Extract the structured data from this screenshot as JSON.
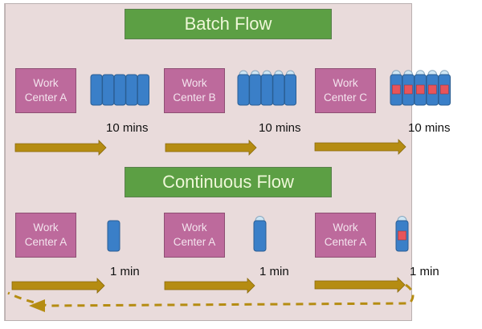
{
  "batch_flow": {
    "title": "Batch Flow",
    "stations": [
      {
        "label": "Work Center A",
        "time": "10 mins",
        "item_state": "plain",
        "count": 5
      },
      {
        "label": "Work Center B",
        "time": "10 mins",
        "item_state": "capped",
        "count": 5
      },
      {
        "label": "Work Center C",
        "time": "10 mins",
        "item_state": "capped-labeled",
        "count": 5
      }
    ]
  },
  "continuous_flow": {
    "title": "Continuous Flow",
    "stations": [
      {
        "label": "Work Center A",
        "time": "1 min",
        "item_state": "plain",
        "count": 1
      },
      {
        "label": "Work Center A",
        "time": "1 min",
        "item_state": "capped",
        "count": 1
      },
      {
        "label": "Work Center A",
        "time": "1 min",
        "item_state": "capped-labeled",
        "count": 1
      }
    ],
    "loop": "return-dashed-arrow"
  },
  "colors": {
    "background": "#e9dbdb",
    "banner": "#5c9f44",
    "work_center": "#bd6a9c",
    "item_body": "#3a7fc8",
    "item_cap": "#cfe6f4",
    "item_label": "#e8545a",
    "arrow": "#b58c12"
  }
}
